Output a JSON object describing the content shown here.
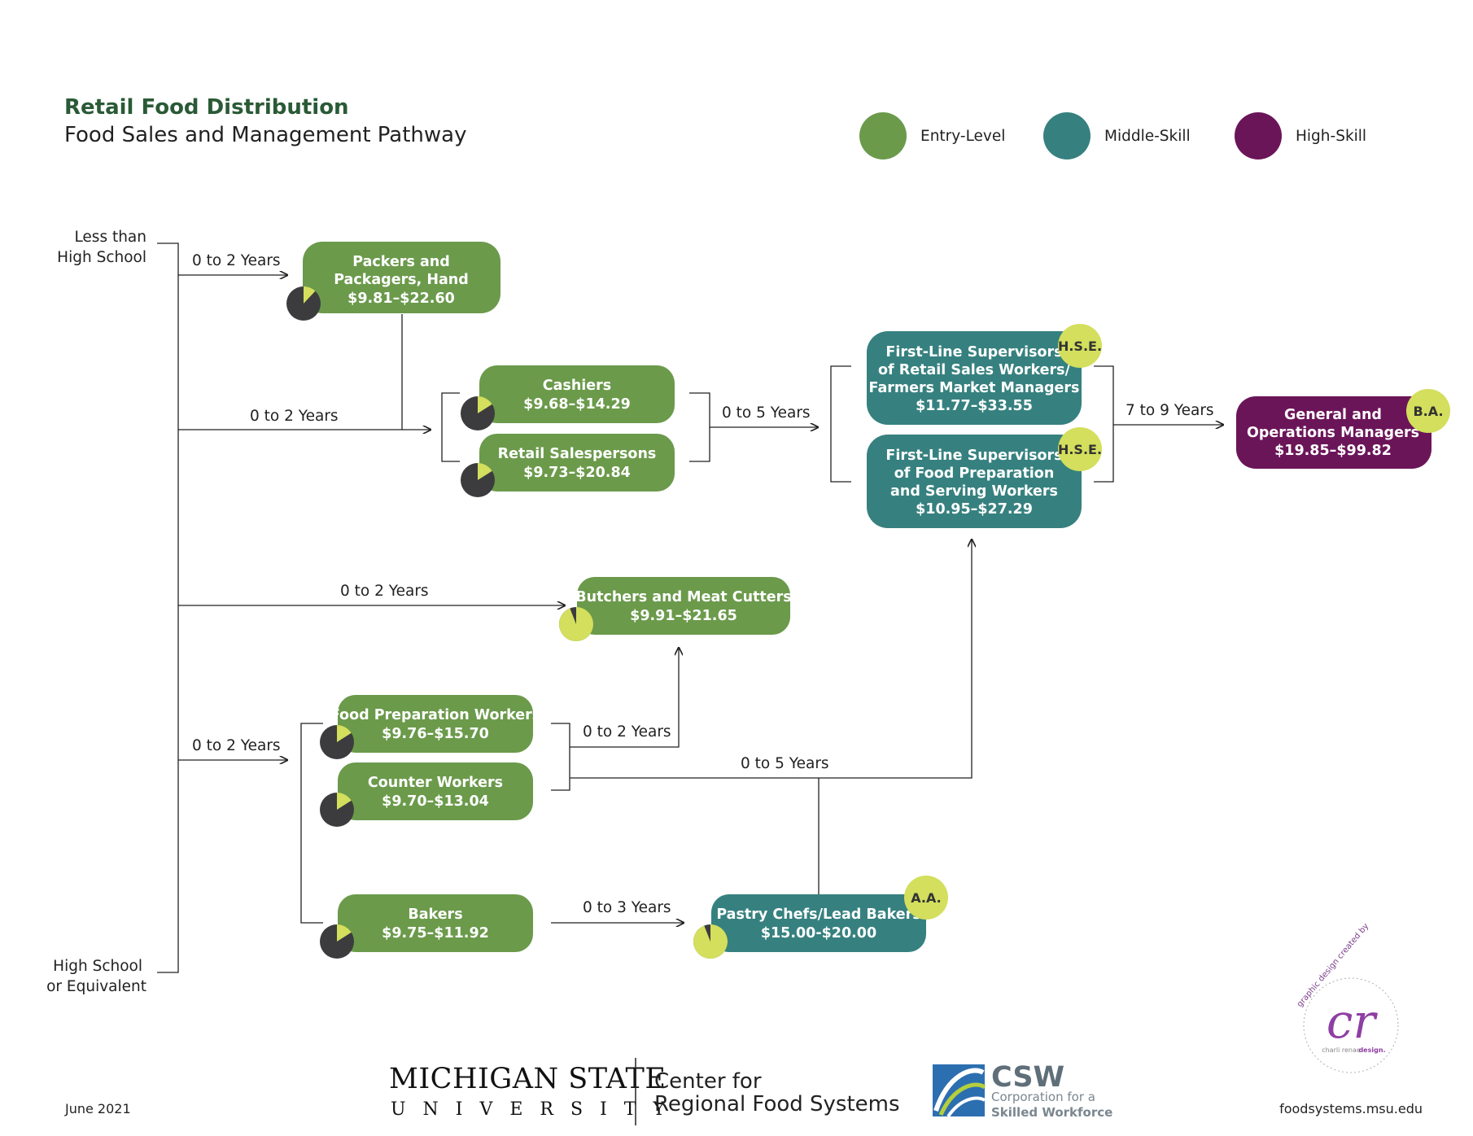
{
  "header": {
    "title": "Retail Food Distribution",
    "subtitle": "Food Sales and Management Pathway"
  },
  "legend": [
    {
      "label": "Entry-Level",
      "color": "#6b9a4b"
    },
    {
      "label": "Middle-Skill",
      "color": "#36817f"
    },
    {
      "label": "High-Skill",
      "color": "#6b1559"
    }
  ],
  "colors": {
    "entry": "#6b9a4b",
    "middle": "#36817f",
    "high": "#6b1559",
    "badge": "#d3df5d",
    "pie_dark": "#3c3c3e",
    "pie_light": "#d3df5d"
  },
  "education": {
    "less_than_hs": [
      "Less than",
      "High School"
    ],
    "hs_or_equivalent": [
      "High School",
      "or Equivalent"
    ]
  },
  "occupations": {
    "packers": {
      "lines": [
        "Packers and",
        "Packagers, Hand",
        "$9.81–$22.60"
      ],
      "level": "entry",
      "pie_fraction": 0.12
    },
    "cashiers": {
      "lines": [
        "Cashiers",
        "$9.68–$14.29"
      ],
      "level": "entry",
      "pie_fraction": 0.16
    },
    "retail_sales": {
      "lines": [
        "Retail Salespersons",
        "$9.73–$20.84"
      ],
      "level": "entry",
      "pie_fraction": 0.16
    },
    "sup_retail": {
      "lines": [
        "First-Line Supervisors",
        "of Retail Sales Workers/",
        "Farmers Market Managers",
        "$11.77–$33.55"
      ],
      "level": "middle",
      "badge": "H.S.E."
    },
    "sup_food": {
      "lines": [
        "First-Line Supervisors",
        "of Food Preparation",
        "and Serving Workers",
        "$10.95–$27.29"
      ],
      "level": "middle",
      "badge": "H.S.E."
    },
    "gen_ops": {
      "lines": [
        "General and",
        "Operations Managers",
        "$19.85–$99.82"
      ],
      "level": "high",
      "badge": "B.A."
    },
    "butchers": {
      "lines": [
        "Butchers and Meat Cutters",
        "$9.91–$21.65"
      ],
      "level": "entry",
      "pie_fraction": 0.94
    },
    "food_prep": {
      "lines": [
        "Food Preparation Workers",
        "$9.76–$15.70"
      ],
      "level": "entry",
      "pie_fraction": 0.16
    },
    "counter": {
      "lines": [
        "Counter Workers",
        "$9.70–$13.04"
      ],
      "level": "entry",
      "pie_fraction": 0.16
    },
    "bakers": {
      "lines": [
        "Bakers",
        "$9.75–$11.92"
      ],
      "level": "entry",
      "pie_fraction": 0.16
    },
    "pastry": {
      "lines": [
        "Pastry Chefs/Lead Bakers",
        "$15.00-$20.00"
      ],
      "level": "middle",
      "badge": "A.A.",
      "pie_fraction": 0.94
    }
  },
  "transitions": {
    "to_packers": "0 to 2 Years",
    "to_cashiers_group": "0 to 2 Years",
    "to_supervisors": "0 to 5 Years",
    "to_gen_ops": "7 to 9 Years",
    "to_butchers": "0 to 2 Years",
    "to_foodprep_group": "0 to 2 Years",
    "foodprep_to_butchers": "0 to 2 Years",
    "foodprep_to_supervisors": "0 to 5 Years",
    "bakers_to_pastry": "0 to 3 Years"
  },
  "footer": {
    "date": "June 2021",
    "msu_line1": "MICHIGAN STATE",
    "msu_line2": "UNIVERSITY",
    "crfs_line1": "Center for",
    "crfs_line2": "Regional Food Systems",
    "csw_big": "CSW",
    "csw_line1": "Corporation for a",
    "csw_line2": "Skilled Workforce",
    "website": "foodsystems.msu.edu",
    "designer_top": "graphic design created by",
    "designer_mark": "cr",
    "designer_name": "charli renae",
    "designer_suffix": "design."
  }
}
